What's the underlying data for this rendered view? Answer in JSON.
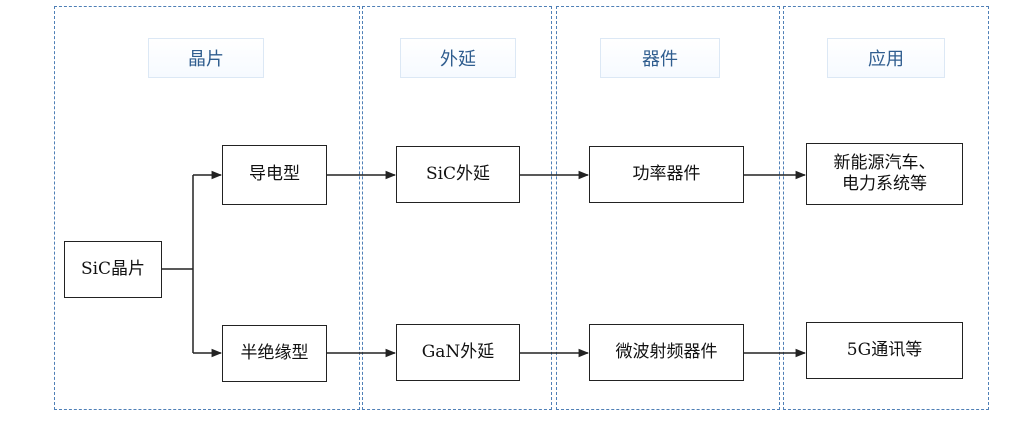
{
  "headers": [
    "晶片",
    "外延",
    "器件",
    "应用"
  ],
  "boxes": {
    "wafer": "SiC晶片",
    "conductive": "导电型",
    "semi_insulating": "半绝缘型",
    "sic_epi": "SiC外延",
    "gan_epi": "GaN外延",
    "power_device": "功率器件",
    "microwave_device": "微波射频器件",
    "app_power": "新能源汽车、\n电力系统等",
    "app_5g": "5G通讯等"
  },
  "colors": {
    "frame": "#4f7fb6",
    "header_text": "#2f5d8f",
    "line": "#222222"
  }
}
